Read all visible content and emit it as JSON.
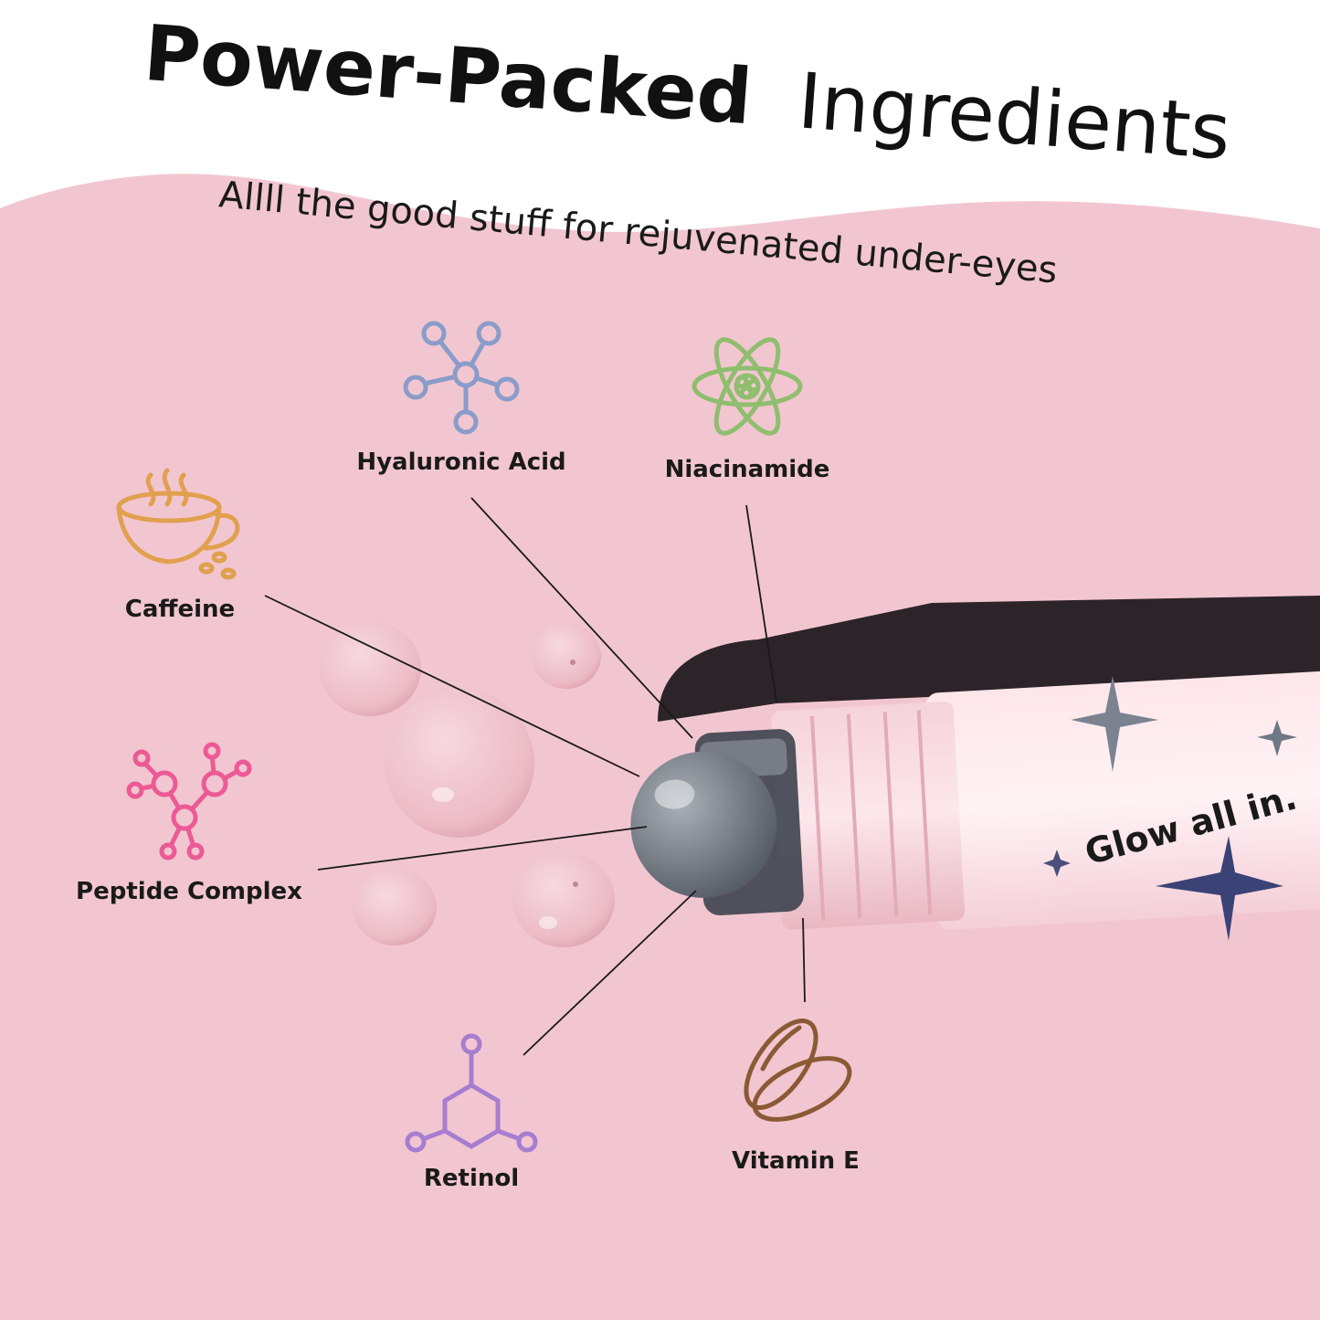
{
  "headline": {
    "bold_part": "Power-Packed",
    "light_part": "Ingredients"
  },
  "subtitle": "Allll the good stuff for rejuvenated under-eyes",
  "ingredients": [
    {
      "label": "Hyaluronic Acid",
      "icon": "molecule-icon",
      "color": "#8a9cc9"
    },
    {
      "label": "Niacinamide",
      "icon": "atom-icon",
      "color": "#8fbe6e"
    },
    {
      "label": "Caffeine",
      "icon": "coffee-cup-icon",
      "color": "#e0a04e"
    },
    {
      "label": "Peptide Complex",
      "icon": "peptide-chain-icon",
      "color": "#ec5a95"
    },
    {
      "label": "Retinol",
      "icon": "hexagon-molecule-icon",
      "color": "#a77dd0"
    },
    {
      "label": "Vitamin E",
      "icon": "capsule-softgel-icon",
      "color": "#8a5a35"
    }
  ],
  "product": {
    "tagline": "Glow all in."
  },
  "colors": {
    "background_pink": "#f2c6d0",
    "header_white": "#ffffff",
    "text_dark": "#1a1a1a"
  }
}
